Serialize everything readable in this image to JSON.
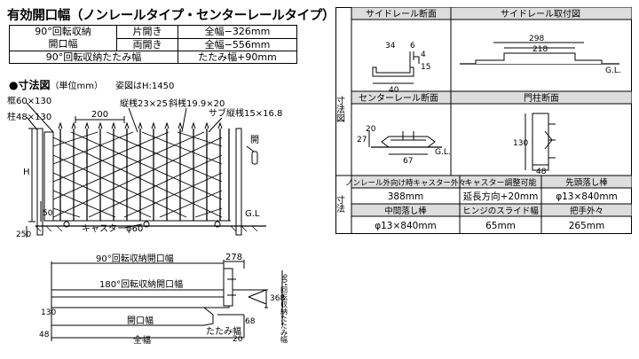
{
  "title": "有効開口幅（ノンレールタイプ・センターレールタイプ）",
  "open_table": {
    "r1c1": "90°回転収納",
    "r1c1b": "開口幅",
    "r1c2": "片開き",
    "r1c3": "全幅−326mm",
    "r2c2": "両開き",
    "r2c3": "全幅−556mm",
    "r3c1": "90°回転収納たたみ幅",
    "r3c3": "たたみ幅+90mm"
  },
  "dimensions": {
    "heading": "●寸法図",
    "unit": "（単位mm）",
    "note": "姿図はH:1450",
    "frame_post": "框60×130",
    "pillar": "柱48×130",
    "pitch": "200",
    "vertical_bar": "縦桟23×25",
    "diagonal_bar": "斜桟19.9×20",
    "sub_vertical": "サブ縦桟15×16.8",
    "open_label": "開",
    "height": "H",
    "d50": "50",
    "d250": "250",
    "caster": "キャスター",
    "caster_size": "φ60",
    "gl": "G.L"
  },
  "plan": {
    "rot90": "90°回転収納開口幅",
    "d278": "278",
    "rot180": "180°回転収納開口幅",
    "d130": "130",
    "d48": "48",
    "opening": "開口幅",
    "fold": "たたみ幅",
    "full": "全幅",
    "d368": "368",
    "d68": "68",
    "d20": "20",
    "side_note": "90°回転収納たたみ幅"
  },
  "right_table": {
    "side_label": "寸法図",
    "side_rail_section": "サイドレール断面",
    "side_rail_mount": "サイドレール取付図",
    "sr_d34": "34",
    "sr_d6": "6",
    "sr_d4": "4",
    "sr_d15": "15",
    "sr_d40": "40",
    "sm_d298": "298",
    "sm_d218": "218",
    "sm_gl": "G.L.",
    "center_rail_section": "センターレール断面",
    "gate_post_section": "門柱断面",
    "cr_d27": "27",
    "cr_d20": "20",
    "cr_d67": "67",
    "cr_gl": "G.L.",
    "gp_d130": "130",
    "gp_d48": "48",
    "dim_label": "寸法",
    "caster_outer": "ノンレール外向け時キャスター外々",
    "caster_adjust": "キャスター調整可能",
    "tip_rod": "先頭落し棒",
    "v_caster_outer": "388mm",
    "v_caster_adjust": "延長方向+20mm",
    "v_tip_rod": "φ13×840mm",
    "mid_rod": "中間落し棒",
    "hinge_slide": "ヒンジのスライド幅",
    "handle": "把手外々",
    "v_mid_rod": "φ13×840mm",
    "v_hinge_slide": "65mm",
    "v_handle": "265mm"
  }
}
